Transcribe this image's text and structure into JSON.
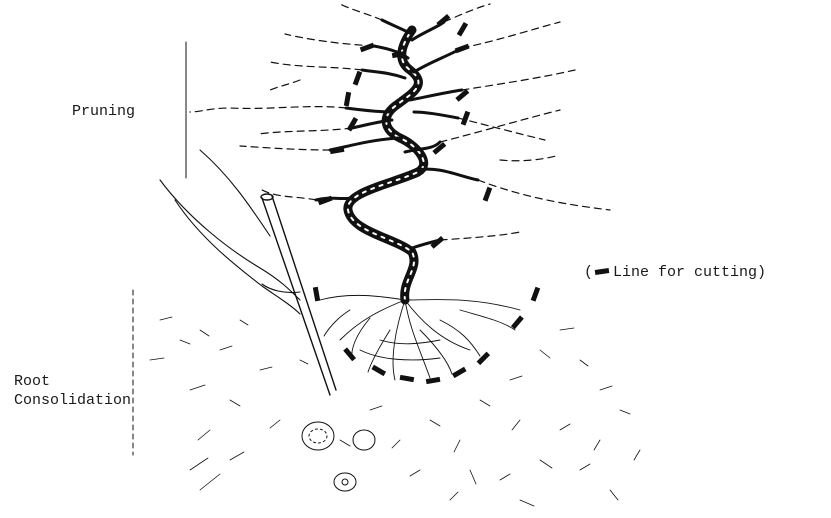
{
  "labels": {
    "pruning": "Pruning",
    "root_line1": "Root",
    "root_line2": "Consolidation",
    "legend_open": "(",
    "legend_text": "Line for cutting)"
  },
  "colors": {
    "ink": "#111111",
    "paper": "#ffffff"
  },
  "icons": [
    "cut-mark-icon"
  ]
}
